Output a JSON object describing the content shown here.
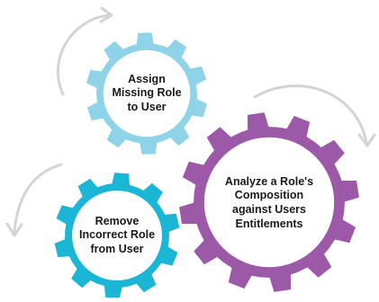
{
  "gears": [
    {
      "id": "assign",
      "color": "#8fd3e8",
      "lines": [
        "Assign",
        "Missing Role",
        "to User"
      ]
    },
    {
      "id": "analyze",
      "color": "#9b59a8",
      "lines": [
        "Analyze a Role's",
        "Composition",
        "against Users",
        "Entitlements"
      ]
    },
    {
      "id": "remove",
      "color": "#1bb5d6",
      "lines": [
        "Remove",
        "Incorrect Role",
        "from User"
      ]
    }
  ],
  "arrow_color": "#d4d4d4"
}
